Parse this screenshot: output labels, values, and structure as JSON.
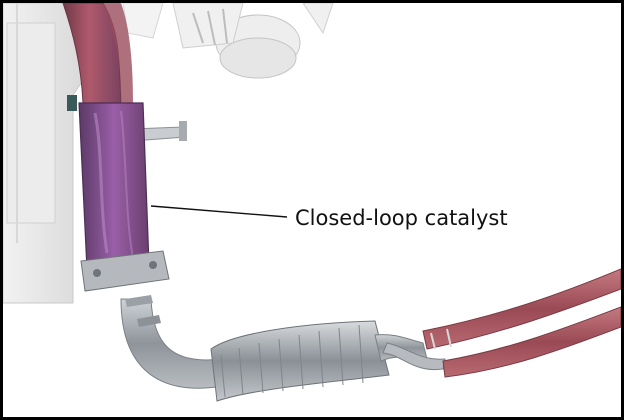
{
  "figure": {
    "callout_label": "Closed-loop catalyst"
  },
  "colors": {
    "exhaust_pipe": "#a8505a",
    "catalyst_body": "#8a4e8c",
    "metal": "#9aa0a6",
    "engine_block": "#e4e4e4",
    "frame": "#000000"
  },
  "icons": [
    "engine-block",
    "exhaust-manifold",
    "catalytic-converter",
    "muffler",
    "tailpipes"
  ]
}
